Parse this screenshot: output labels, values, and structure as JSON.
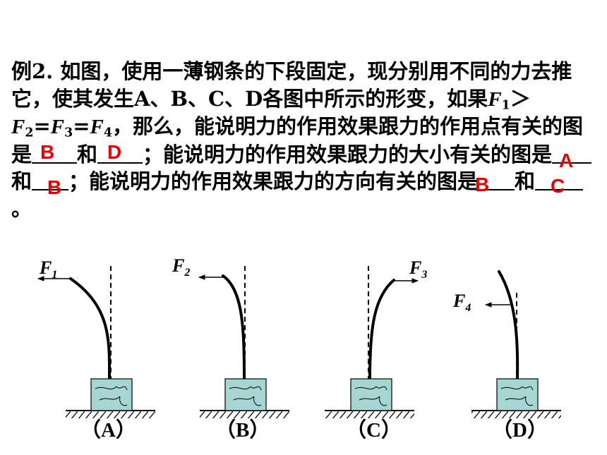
{
  "question": {
    "t1": "例2.   如图，使用一薄钢条的下段固定，现分别用不同的力去推它，使其发生A、B、C、D各图中所示的形变，如果",
    "f1": "F",
    "s1": "1",
    "gt": "＞",
    "f2": "F",
    "s2": "2",
    "eq1": "=",
    "f3": "F",
    "s3": "3",
    "eq2": "=",
    "f4": "F",
    "s4": "4",
    "t2": "，那么，能说明力的作用效果跟力的作用点有关的图是",
    "and1": "和",
    "t3": "；能说明力的作用效果跟力的大小有关的图是",
    "and2": "和",
    "t4": "；能说明力的作用效果跟力的方向有关的图是",
    "and3": "和",
    "end": "。",
    "answers": {
      "point_1": "B",
      "point_2": "D",
      "size_1": "A",
      "size_2": "B",
      "direction_1": "B",
      "direction_2": "C"
    },
    "answer_color": "#e60000"
  },
  "figure": {
    "panels": [
      {
        "caption": "（A）",
        "force": "F",
        "sub": "1"
      },
      {
        "caption": "（B）",
        "force": "F",
        "sub": "2"
      },
      {
        "caption": "（C）",
        "force": "F",
        "sub": "3"
      },
      {
        "caption": "（D）",
        "force": "F",
        "sub": "4"
      }
    ],
    "block_color": "#a6d6d2"
  }
}
